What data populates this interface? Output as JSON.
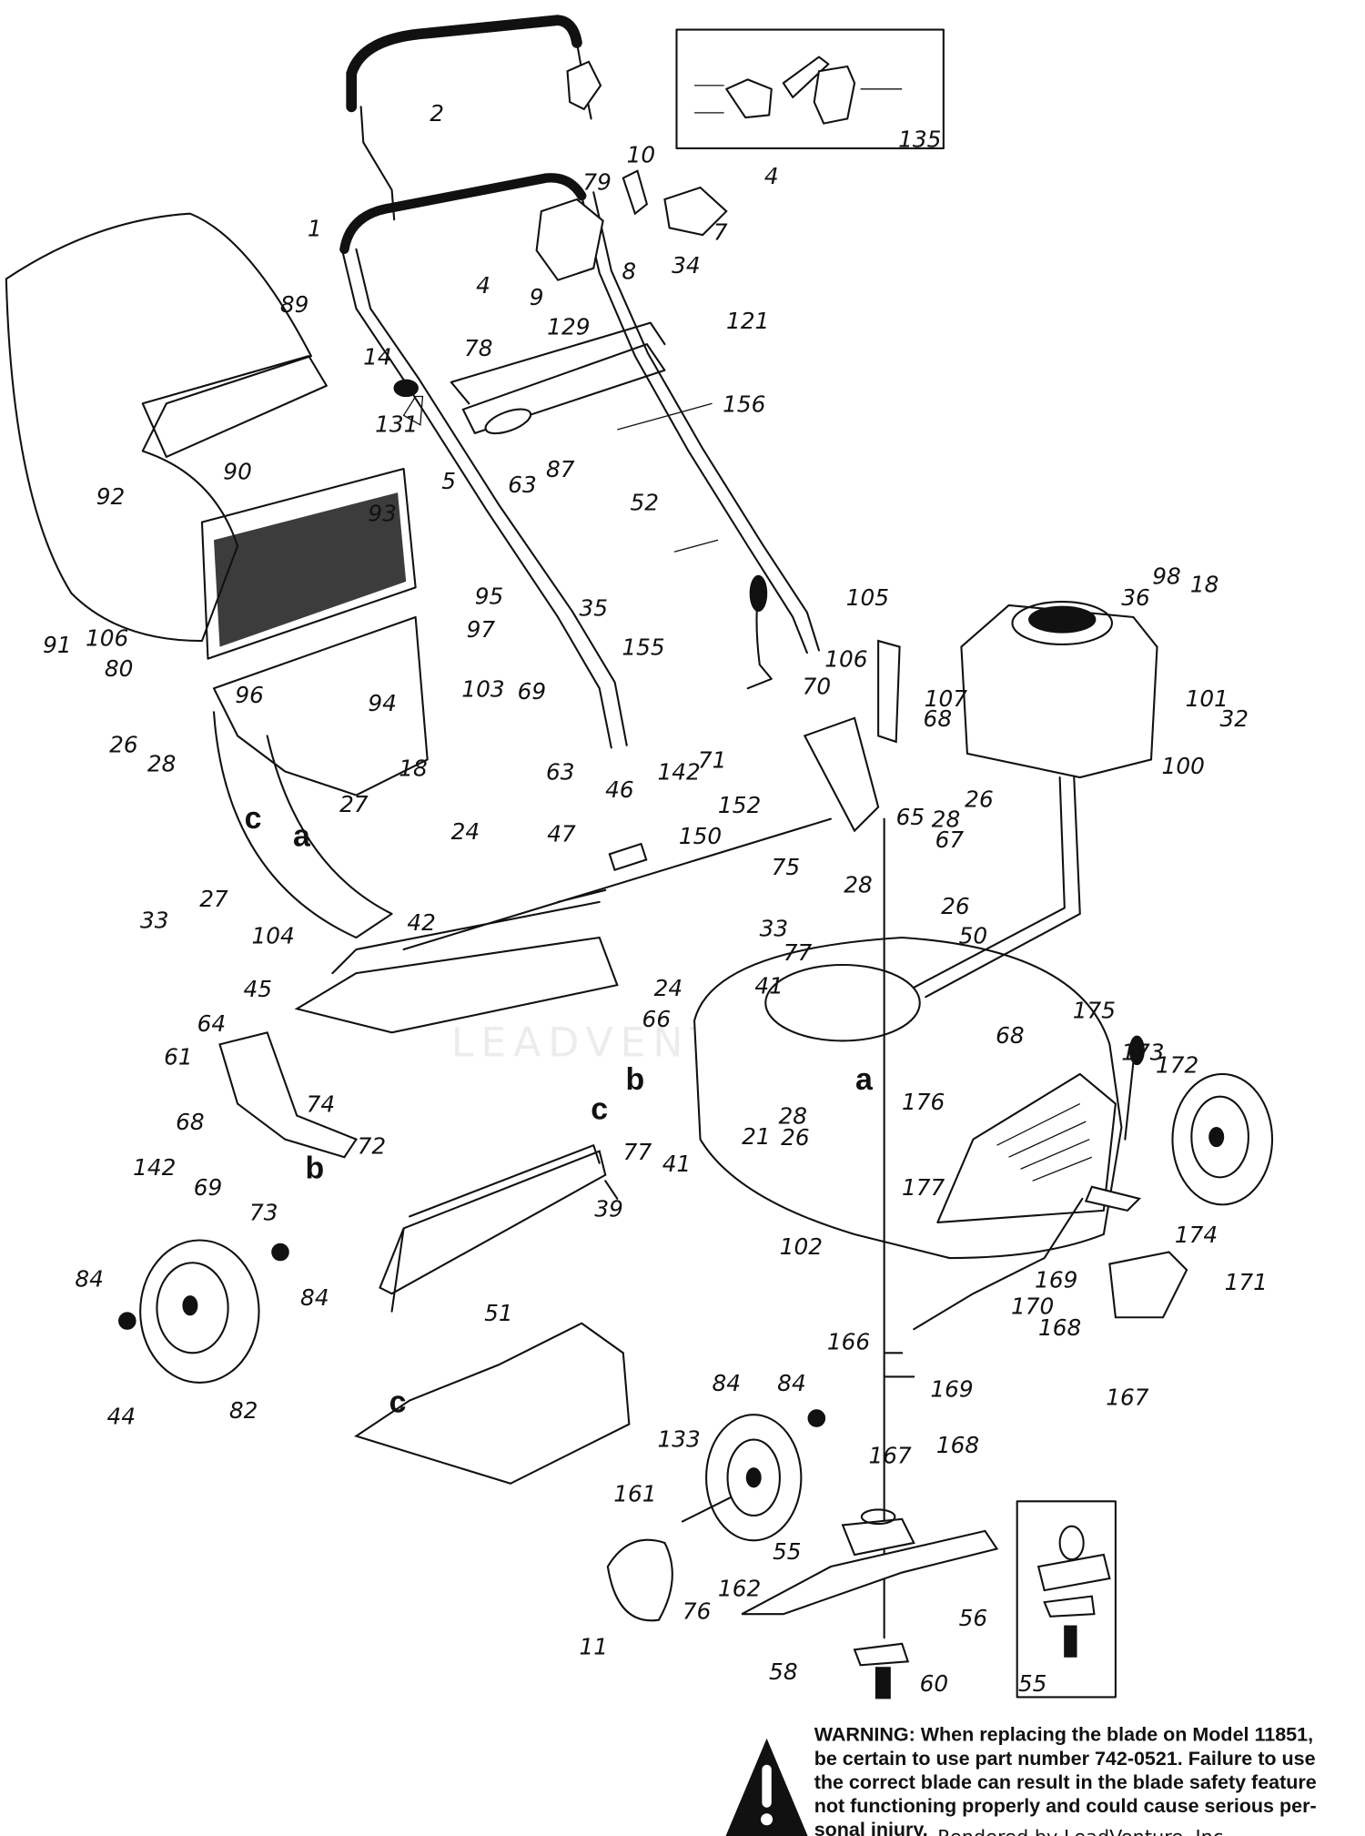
{
  "diagram": {
    "callouts": [
      "2",
      "135",
      "10",
      "4",
      "79",
      "7",
      "1",
      "34",
      "8",
      "4",
      "9",
      "129",
      "89",
      "121",
      "14",
      "78",
      "156",
      "131",
      "5",
      "63",
      "87",
      "90",
      "92",
      "93",
      "52",
      "35",
      "105",
      "36",
      "98",
      "18",
      "91",
      "106",
      "95",
      "97",
      "155",
      "106",
      "80",
      "103",
      "69",
      "94",
      "70",
      "107",
      "68",
      "101",
      "32",
      "100",
      "96",
      "26",
      "28",
      "18",
      "63",
      "46",
      "142",
      "71",
      "27",
      "24",
      "152",
      "26",
      "28",
      "65",
      "47",
      "150",
      "75",
      "67",
      "33",
      "27",
      "104",
      "28",
      "26",
      "42",
      "33",
      "77",
      "50",
      "24",
      "41",
      "45",
      "175",
      "66",
      "68",
      "173",
      "172",
      "64",
      "61",
      "77",
      "41",
      "21",
      "28",
      "26",
      "176",
      "74",
      "68",
      "72",
      "142",
      "177",
      "69",
      "73",
      "39",
      "102",
      "174",
      "84",
      "84",
      "169",
      "171",
      "170",
      "51",
      "168",
      "166",
      "44",
      "82",
      "84",
      "84",
      "169",
      "167",
      "133",
      "167",
      "168",
      "161",
      "55",
      "56",
      "162",
      "76",
      "11",
      "58",
      "60",
      "55"
    ],
    "reference_letters": [
      "c",
      "a",
      "b",
      "a",
      "c",
      "b",
      "c"
    ],
    "watermark": "LEADVENTURE"
  },
  "warning": {
    "lines": [
      "WARNING: When replacing the blade on Model 11851,",
      "be certain to use part number 742-0521. Failure to use",
      "the correct blade can result in the blade safety feature",
      "not functioning properly and could cause serious per-",
      "sonal injury."
    ],
    "icon": "warning-triangle-icon"
  },
  "credit": "Rendered by LeadVenture, Inc."
}
